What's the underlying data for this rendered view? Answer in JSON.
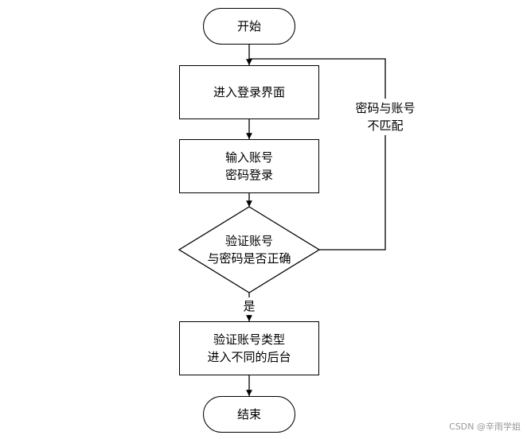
{
  "nodes": {
    "start": {
      "label": "开始"
    },
    "login_page": {
      "label": "进入登录界面"
    },
    "input": {
      "line1": "输入账号",
      "line2": "密码登录"
    },
    "verify": {
      "line1": "验证账号",
      "line2": "与密码是否正确"
    },
    "route": {
      "line1": "验证账号类型",
      "line2": "进入不同的后台"
    },
    "end": {
      "label": "结束"
    }
  },
  "edges": {
    "mismatch": {
      "line1": "密码与账号",
      "line2": "不匹配"
    },
    "yes": {
      "label": "是"
    }
  },
  "watermark": "CSDN @辛雨学姐"
}
